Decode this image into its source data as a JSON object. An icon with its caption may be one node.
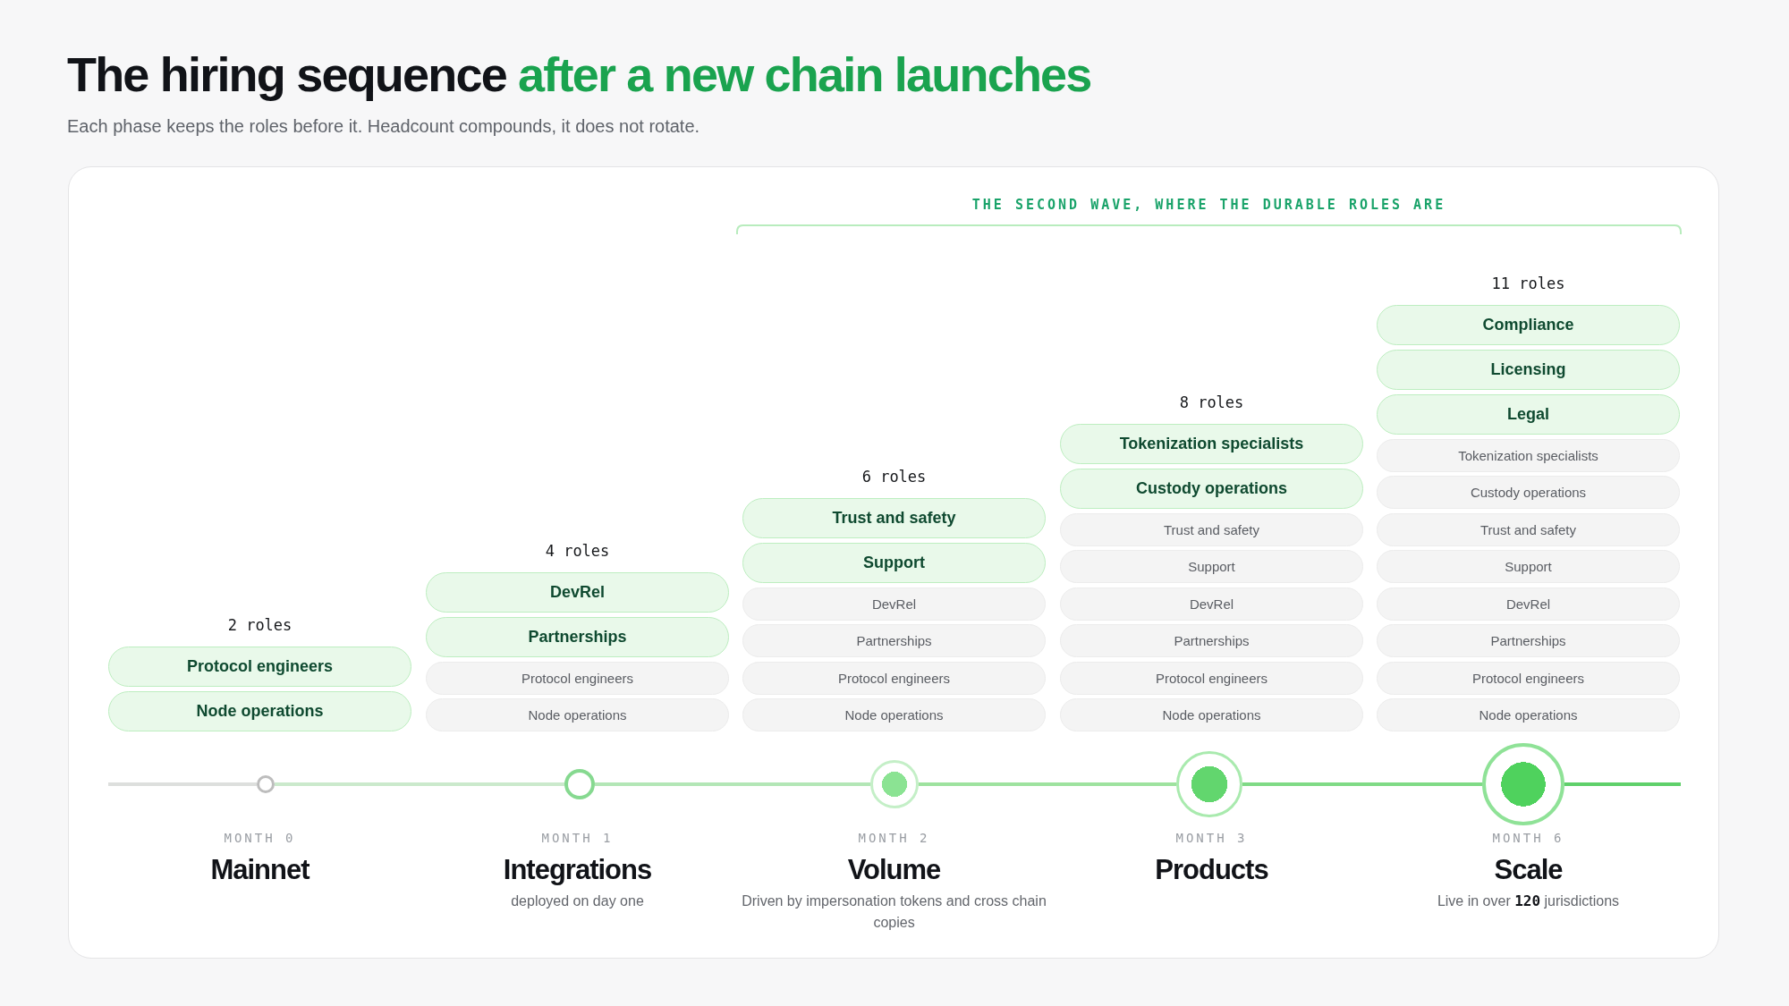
{
  "diagram": {
    "title": "The hiring sequence *after a new chain launches*",
    "nodes": [
      {
        "text": [
          "Protocol engineers"
        ]
      },
      {
        "text": [
          "Node operations"
        ]
      },
      {
        "text": [
          "DevRel"
        ]
      },
      {
        "text": [
          "Partnerships"
        ]
      },
      {
        "text": [
          "Protocol engineers"
        ]
      },
      {
        "text": [
          "Node operations"
        ]
      },
      {
        "text": [
          "Trust and safety"
        ]
      },
      {
        "text": [
          "Support"
        ]
      },
      {
        "text": [
          "DevRel"
        ]
      },
      {
        "text": [
          "Partnerships"
        ]
      },
      {
        "text": [
          "Protocol engineers"
        ]
      },
      {
        "text": [
          "Node operations"
        ]
      },
      {
        "text": [
          "Tokenization specialists"
        ]
      },
      {
        "text": [
          "Custody operations"
        ]
      },
      {
        "text": [
          "Trust and safety"
        ]
      },
      {
        "text": [
          "Support"
        ]
      },
      {
        "text": [
          "DevRel"
        ]
      },
      {
        "text": [
          "Partnerships"
        ]
      },
      {
        "text": [
          "Protocol engineers"
        ]
      },
      {
        "text": [
          "Node operations"
        ]
      },
      {
        "text": [
          "Compliance"
        ]
      },
      {
        "text": [
          "Licensing"
        ]
      },
      {
        "text": [
          "Legal"
        ]
      },
      {
        "text": [
          "Tokenization specialists"
        ]
      },
      {
        "text": [
          "Custody operations"
        ]
      },
      {
        "text": [
          "Trust and safety"
        ]
      },
      {
        "text": [
          "Support"
        ]
      },
      {
        "text": [
          "DevRel"
        ]
      },
      {
        "text": [
          "Partnerships"
        ]
      },
      {
        "text": [
          "Protocol engineers"
        ]
      },
      {
        "text": [
          "Node operations"
        ]
      },
      {
        "text": [],
        "shape": "circle",
        "beside": [
          "MONTH 0",
          "Mainnet"
        ]
      },
      {
        "text": [],
        "shape": "circle",
        "beside": [
          "MONTH 1",
          "Integrations",
          "deployed on day one"
        ]
      },
      {
        "text": [],
        "shape": "circle",
        "beside": [
          "MONTH 2",
          "Volume",
          "Driven by impersonation tokens and cross chain copies"
        ]
      },
      {
        "text": [],
        "shape": "circle",
        "beside": [
          "MONTH 3",
          "Products"
        ]
      },
      {
        "text": [],
        "shape": "circle",
        "beside": [
          "MONTH 6",
          "Scale",
          "Live in over **120** jurisdictions"
        ]
      }
    ],
    "edges": [
      {
        "from": null,
        "to": 31,
        "arrow": "none",
        "color": "#dddfdd"
      },
      {
        "from": 31,
        "to": 32,
        "arrow": "none",
        "color": "#cbe9cc"
      },
      {
        "from": 32,
        "to": 33,
        "arrow": "none",
        "color": "#b3e6b6"
      },
      {
        "from": 33,
        "to": 34,
        "arrow": "none",
        "color": "#9ee29f"
      },
      {
        "from": 34,
        "to": 35,
        "arrow": "none",
        "color": "#7fda86"
      },
      {
        "from": 35,
        "to": null,
        "arrow": "none",
        "color": "#5fd06a"
      }
    ],
    "labels": [
      "Each phase keeps the roles before it. Headcount compounds, it does not rotate.",
      "THE SECOND WAVE, WHERE THE DURABLE ROLES ARE",
      "2 roles",
      "4 roles",
      "6 roles",
      "8 roles",
      "11 roles"
    ]
  }
}
